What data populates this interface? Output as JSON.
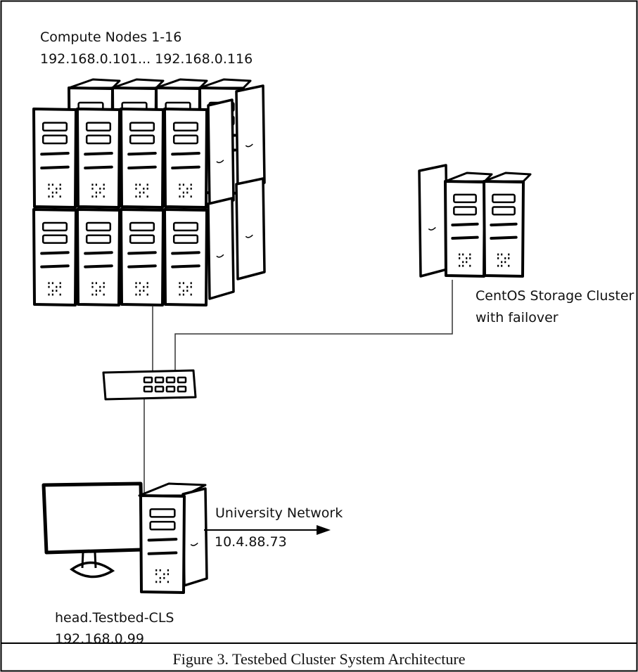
{
  "compute": {
    "title": "Compute Nodes 1-16",
    "ip_range": "192.168.0.101... 192.168.0.116"
  },
  "storage": {
    "line1": "CentOS Storage Cluster",
    "line2": "with failover"
  },
  "network": {
    "label": "University Network",
    "ip": "10.4.88.73"
  },
  "head": {
    "name": "head.Testbed-CLS",
    "ip": "192.168.0.99"
  },
  "caption": "Figure 3. Testebed Cluster System Architecture"
}
